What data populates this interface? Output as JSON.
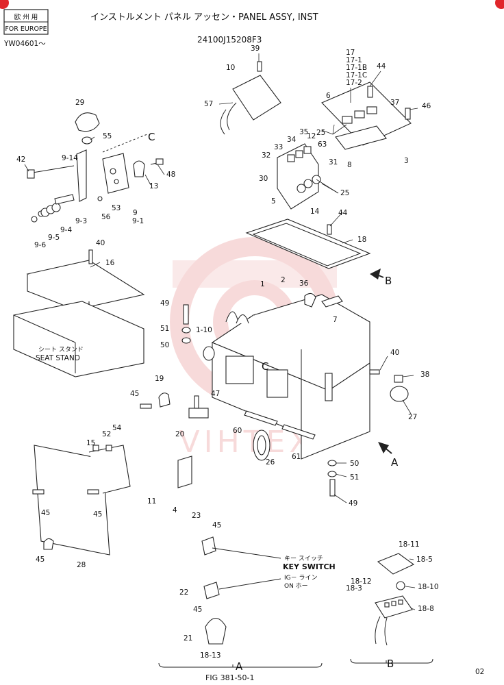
{
  "header": {
    "region_jp": "欧 州 用",
    "region_en": "FOR EUROPE",
    "serial": "YW04601～",
    "title": "インストルメント パネル アッセン・PANEL ASSY, INST",
    "part_no": "24100J15208F3"
  },
  "view_letters": {
    "c_top": "C",
    "c_mid": "C",
    "b_arrow": "B",
    "a_arrow": "A",
    "a_bottom": "A",
    "b_bottom": "B"
  },
  "labels": {
    "seat_stand_jp": "シート スタンド",
    "seat_stand_en": "SEAT STAND",
    "key_switch_jp": "キー スイッチ",
    "key_switch_en": "KEY SWITCH",
    "key_switch_line1": "IG－ ライン",
    "key_switch_line2": "ON ホー"
  },
  "callouts": [
    "39",
    "10",
    "57",
    "17",
    "17-1",
    "17-1B",
    "17-1C",
    "17-2",
    "44",
    "6",
    "37",
    "46",
    "29",
    "55",
    "42",
    "9-14",
    "48",
    "13",
    "53",
    "56",
    "9",
    "9-1",
    "9-3",
    "9-4",
    "9-5",
    "9-6",
    "35",
    "34",
    "12",
    "25",
    "63",
    "33",
    "32",
    "31",
    "30",
    "25",
    "5",
    "14",
    "3",
    "8",
    "44",
    "18",
    "2",
    "16",
    "40",
    "1",
    "36",
    "7",
    "49",
    "51",
    "50",
    "1-10",
    "40",
    "38",
    "27",
    "19",
    "45",
    "47",
    "20",
    "60",
    "61",
    "26",
    "50",
    "51",
    "49",
    "15",
    "52",
    "54",
    "45",
    "45",
    "11",
    "4",
    "28",
    "45",
    "23",
    "45",
    "22",
    "45",
    "21",
    "18-13",
    "18-11",
    "18-5",
    "18-12",
    "18-3",
    "18-10",
    "18-8"
  ],
  "footer": {
    "figure": "FIG 381-50-1",
    "page_code": "02"
  },
  "watermark": "VIHTEX",
  "colors": {
    "ink": "#222222",
    "watermark": "#d83a3a",
    "corner_marker": "#e0262a"
  }
}
